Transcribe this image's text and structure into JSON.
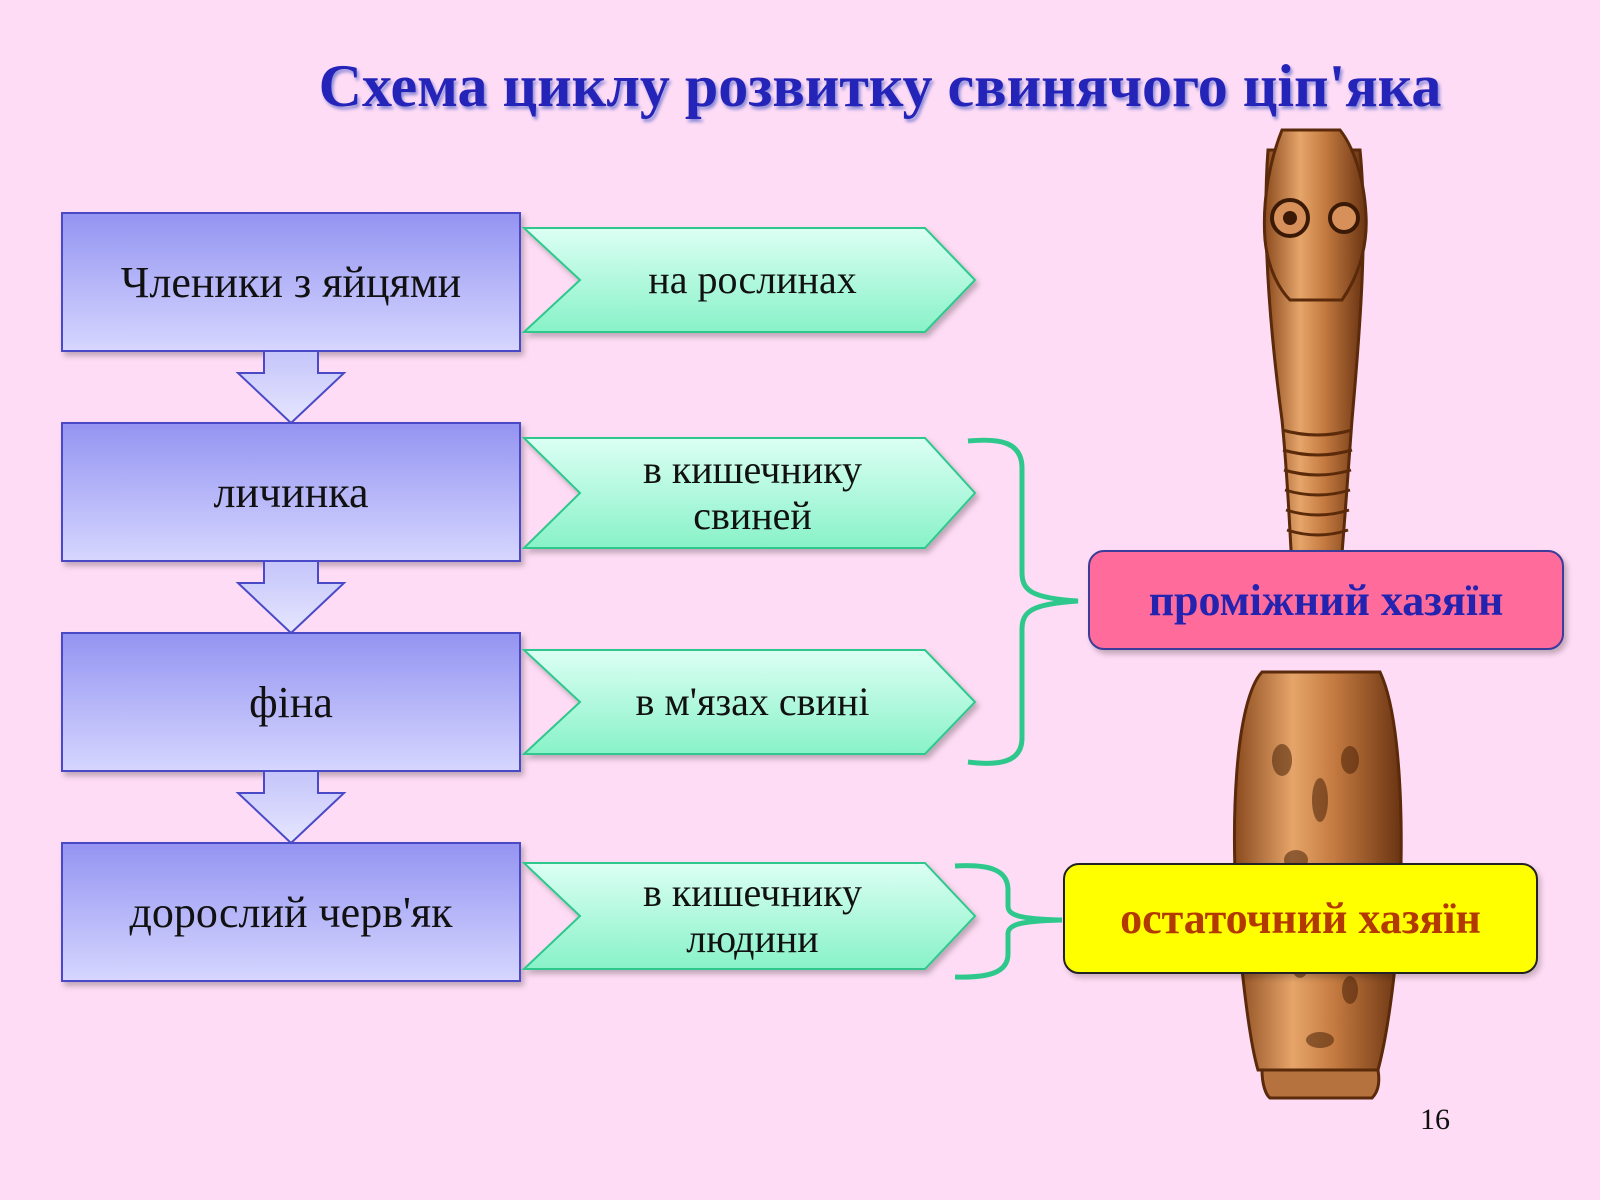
{
  "title": "Схема циклу розвитку свинячого ціп'яка",
  "stages": [
    {
      "label": "Членики з яйцями"
    },
    {
      "label": "личинка"
    },
    {
      "label": "фіна"
    },
    {
      "label": "дорослий черв'як"
    }
  ],
  "places": [
    {
      "line1": "на рослинах",
      "line2": ""
    },
    {
      "line1": "в кишечнику",
      "line2": "свиней"
    },
    {
      "line1": "в м'язах свині",
      "line2": ""
    },
    {
      "line1": "в кишечнику",
      "line2": "людини"
    }
  ],
  "hosts": {
    "intermediate": "проміжний хазяїн",
    "final": "остаточний хазяїн"
  },
  "page_number": "16",
  "colors": {
    "background": "#ffdcf5",
    "title": "#2424b8",
    "stage_fill_top": "#9898f4",
    "stage_fill_bottom": "#d4d4ff",
    "place_fill_top": "#d8fff2",
    "place_fill_bottom": "#8cf4cc",
    "bracket": "#2ec88c",
    "intermediate_host_bg": "#ff6b9b",
    "final_host_bg": "#ffff00"
  }
}
